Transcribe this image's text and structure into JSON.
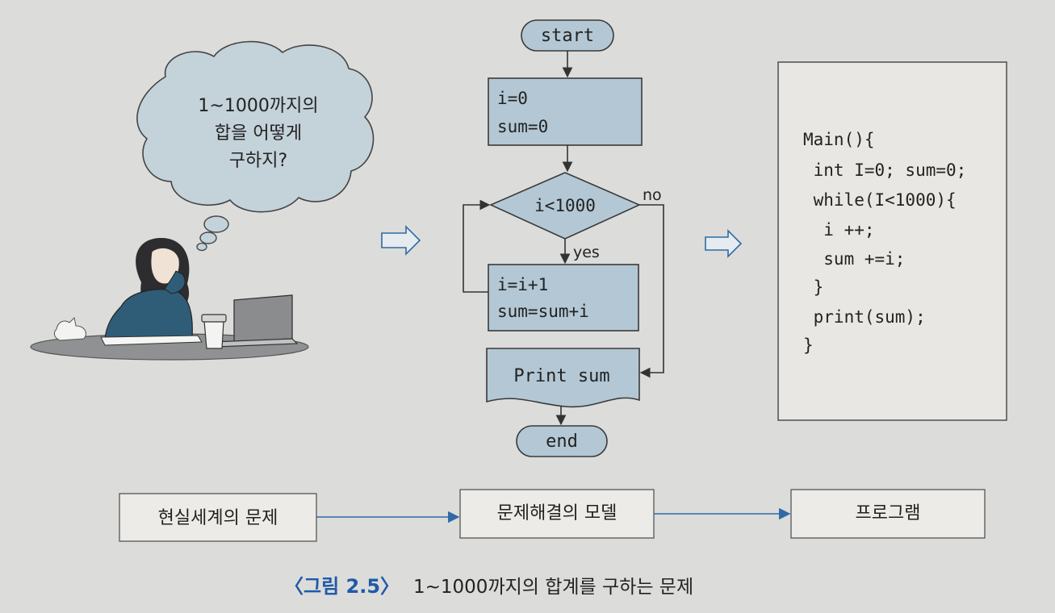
{
  "thought": {
    "line1": "1~1000까지의",
    "line2": "합을 어떻게",
    "line3": "구하지?"
  },
  "flowchart": {
    "start": "start",
    "init_line1": "i=0",
    "init_line2": "sum=0",
    "condition": "i<1000",
    "no_label": "no",
    "yes_label": "yes",
    "loop_line1": "i=i+1",
    "loop_line2": "sum=sum+i",
    "print": "Print sum",
    "end": "end"
  },
  "code": {
    "lines": [
      "Main(){",
      " int I=0; sum=0;",
      " while(I<1000){",
      "  i ++;",
      "  sum +=i;",
      " }",
      " print(sum);",
      "}"
    ]
  },
  "process": {
    "step1": "현실세계의 문제",
    "step2": "문제해결의 모델",
    "step3": "프로그램"
  },
  "caption": {
    "label": "〈그림 2.5〉",
    "text": "1~1000까지의 합계를 구하는 문제"
  },
  "colors": {
    "background": "#dcdcda",
    "shape_fill": "#b3c8d4",
    "accent_blue": "#2f6aa6",
    "caption_blue": "#1f5aa8",
    "cloud_fill": "#c4d2da"
  }
}
